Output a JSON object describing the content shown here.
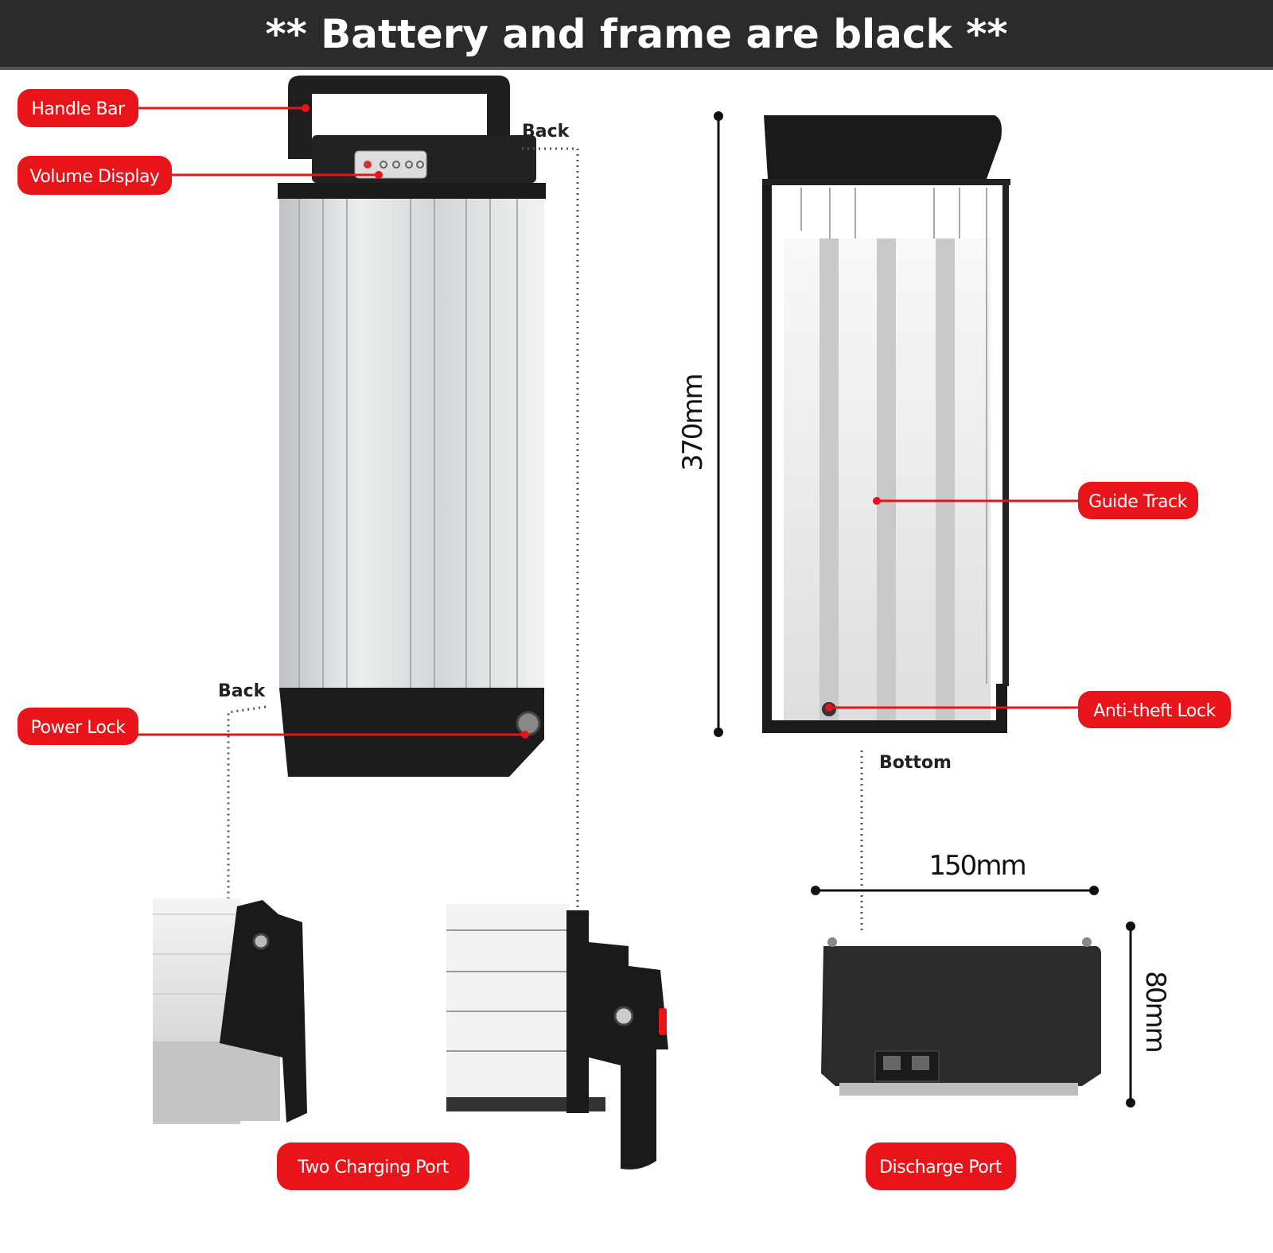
{
  "header": {
    "title": "** Battery and frame are black **"
  },
  "callouts": {
    "handle_bar": "Handle Bar",
    "volume_display": "Volume Display",
    "power_lock": "Power Lock",
    "guide_track": "Guide Track",
    "anti_theft_lock": "Anti-theft Lock",
    "two_charging_port": "Two Charging Port",
    "discharge_port": "Discharge Port"
  },
  "view_labels": {
    "back_top": "Back",
    "back_bottom": "Back",
    "bottom": "Bottom"
  },
  "dimensions": {
    "length": "370mm",
    "width": "150mm",
    "height": "80mm"
  },
  "colors": {
    "accent": "#e8141a",
    "header_bg": "#2b2b2b",
    "battery_black": "#1c1c1c",
    "aluminum": "#d9dadb"
  }
}
